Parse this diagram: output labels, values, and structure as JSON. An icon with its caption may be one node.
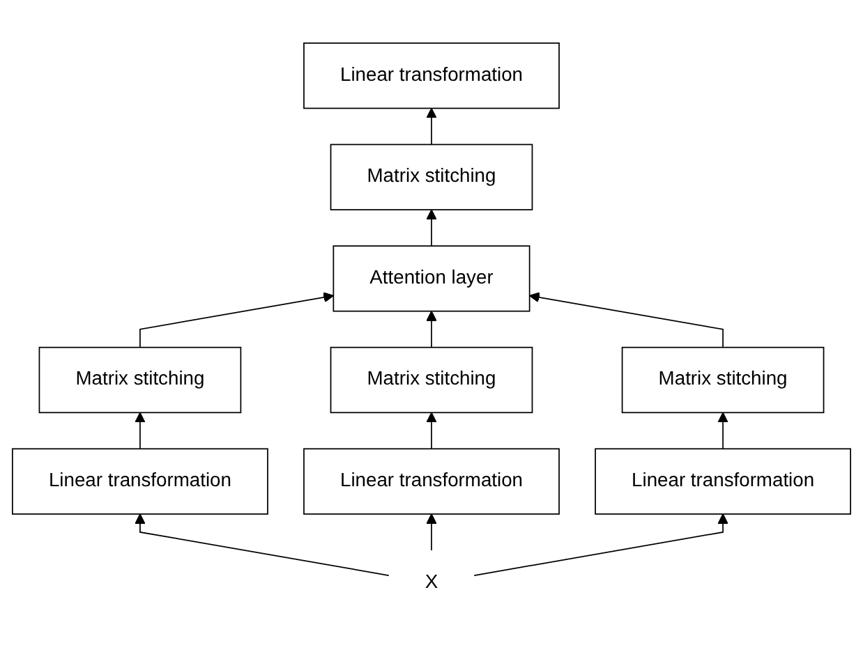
{
  "diagram": {
    "nodes": [
      {
        "text": [
          "Linear transformation"
        ]
      },
      {
        "text": [
          "Matrix stitching"
        ]
      },
      {
        "text": [
          "Attention layer"
        ]
      },
      {
        "text": [
          "Matrix stitching"
        ]
      },
      {
        "text": [
          "Matrix stitching"
        ]
      },
      {
        "text": [
          "Matrix stitching"
        ]
      },
      {
        "text": [
          "Linear transformation"
        ]
      },
      {
        "text": [
          "Linear transformation"
        ]
      },
      {
        "text": [
          "Linear transformation"
        ]
      },
      {
        "text": [
          "X"
        ]
      }
    ],
    "edges": [
      {
        "from": 9,
        "to": 6,
        "arrow": "to"
      },
      {
        "from": 9,
        "to": 7,
        "arrow": "to"
      },
      {
        "from": 9,
        "to": 8,
        "arrow": "to"
      },
      {
        "from": 6,
        "to": 3,
        "arrow": "to"
      },
      {
        "from": 7,
        "to": 4,
        "arrow": "to"
      },
      {
        "from": 8,
        "to": 5,
        "arrow": "to"
      },
      {
        "from": 3,
        "to": 2,
        "arrow": "to"
      },
      {
        "from": 4,
        "to": 2,
        "arrow": "to"
      },
      {
        "from": 5,
        "to": 2,
        "arrow": "to"
      },
      {
        "from": 2,
        "to": 1,
        "arrow": "to"
      },
      {
        "from": 1,
        "to": 0,
        "arrow": "to"
      }
    ]
  }
}
